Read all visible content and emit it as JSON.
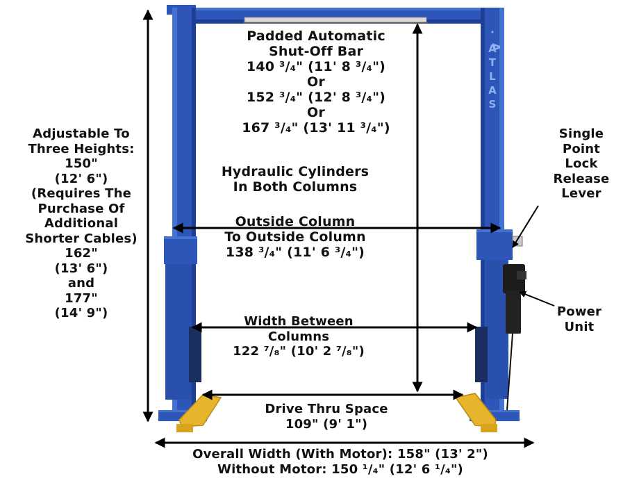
{
  "brand": "ATLAS",
  "colors": {
    "column": "#2d56b8",
    "column_dark": "#1d3f96",
    "column_light": "#4472d0",
    "arm_pad": "#e6b52c",
    "motor": "#1c1c1c",
    "dimension_line": "#000000",
    "background": "#ffffff"
  },
  "labels": {
    "shutoff": {
      "line1": "Padded Automatic",
      "line2": "Shut-Off Bar",
      "line3": "140 ³/₄\" (11' 8 ³/₄\")",
      "line4": "Or",
      "line5": "152 ³/₄\" (12' 8 ³/₄\")",
      "line6": "Or",
      "line7": "167 ³/₄\" (13' 11 ³/₄\")"
    },
    "heights": {
      "line1": "Adjustable To",
      "line2": "Three Heights:",
      "line3": "150\"",
      "line4": "(12' 6\")",
      "line5": "(Requires The",
      "line6": "Purchase Of",
      "line7": "Additional",
      "line8": "Shorter Cables)",
      "line9": "162\"",
      "line10": "(13' 6\")",
      "line11": "and",
      "line12": "177\"",
      "line13": "(14' 9\")"
    },
    "hydraulic": {
      "line1": "Hydraulic Cylinders",
      "line2": "In Both Columns"
    },
    "outside": {
      "line1": "Outside Column",
      "line2": "To Outside Column",
      "line3": "138 ³/₄\" (11' 6 ³/₄\")"
    },
    "lock": {
      "line1": "Single",
      "line2": "Point",
      "line3": "Lock",
      "line4": "Release",
      "line5": "Lever"
    },
    "power": {
      "line1": "Power",
      "line2": "Unit"
    },
    "between": {
      "line1": "Width Between",
      "line2": "Columns",
      "line3": "122 ⁷/₈\" (10' 2 ⁷/₈\")"
    },
    "drive": {
      "line1": "Drive Thru Space",
      "line2": "109\" (9' 1\")"
    },
    "overall": {
      "line1": "Overall Width (With Motor): 158\" (13' 2\")",
      "line2": "Without Motor: 150 ¹/₄\" (12' 6 ¹/₄\")"
    }
  }
}
